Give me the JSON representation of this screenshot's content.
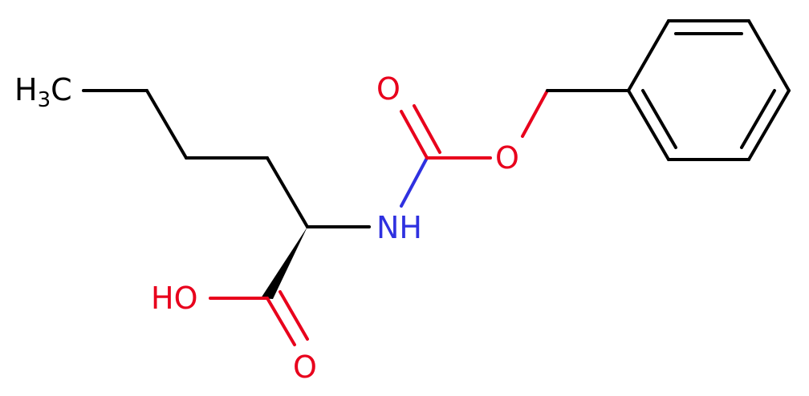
{
  "colors": {
    "carbon": "#000000",
    "oxygen": "#e8001c",
    "nitrogen": "#2f31e0",
    "background": "#ffffff"
  },
  "labels": {
    "methyl_h": "H",
    "methyl_sub": "3",
    "methyl_c": "C",
    "amine": "NH",
    "hydroxyl": "HO",
    "carbonyl_acid_o": "O",
    "carbonyl_carbamate_o": "O",
    "ester_o": "O"
  }
}
